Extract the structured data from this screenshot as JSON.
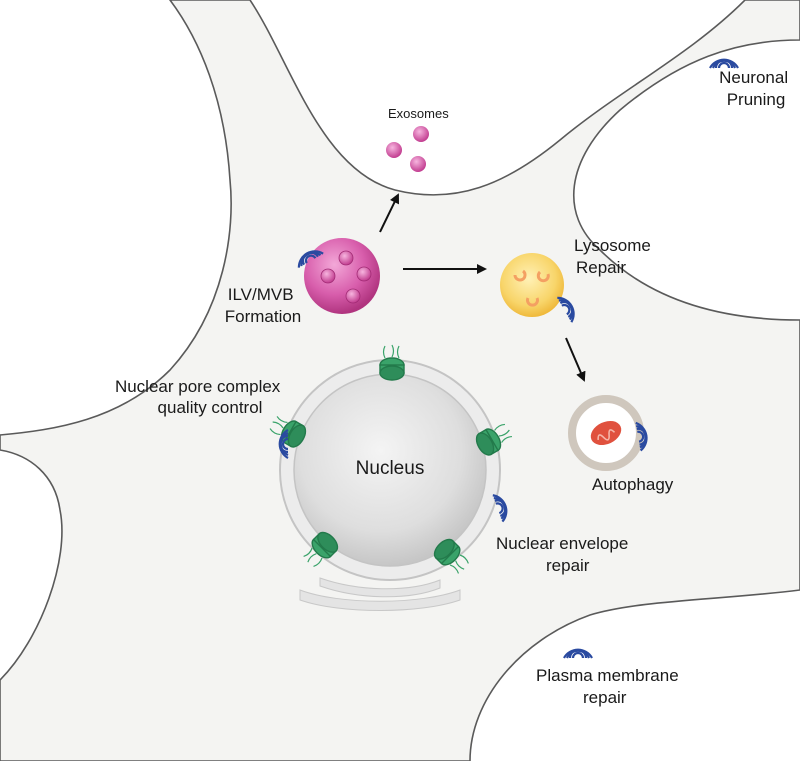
{
  "labels": {
    "exosomes": "Exosomes",
    "neuronal_pruning": [
      "Neuronal",
      "Pruning"
    ],
    "ilv_mvb": [
      "ILV/MVB",
      "Formation"
    ],
    "lysosome": [
      "Lysosome",
      "Repair"
    ],
    "npc": [
      "Nuclear pore complex",
      "quality control"
    ],
    "nucleus": "Nucleus",
    "autophagy": "Autophagy",
    "nuclear_envelope": [
      "Nuclear envelope",
      "repair"
    ],
    "plasma_membrane": [
      "Plasma membrane",
      "repair"
    ]
  },
  "colors": {
    "cell_fill": "#f4f4f2",
    "membrane": "#5a5a5a",
    "escrt_blue": "#2a4aa0",
    "npc_green": "#3aa36a",
    "mvb_magenta": "#c44c9a",
    "lysosome_yellow": "#f6cd5a",
    "mito_red": "#e0513e"
  }
}
